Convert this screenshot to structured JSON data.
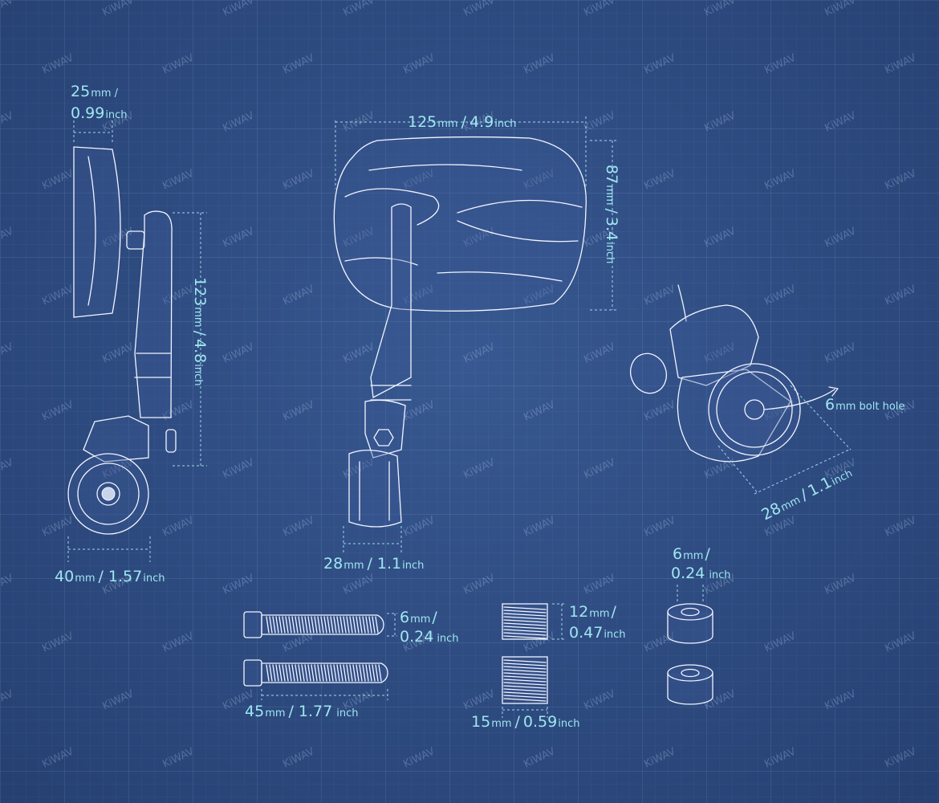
{
  "watermark": "KiWAV",
  "colors": {
    "background": "#2f4c83",
    "line": "#f2f5ff",
    "dimension": "#9fe6f0"
  },
  "side_view": {
    "top_num": "25",
    "top_mm": "mm /",
    "top_num2": "0.99",
    "top_unit": "inch",
    "height_num": "123",
    "height_mm": "mm",
    "height_sep": "/",
    "height_num2": "4.8",
    "height_unit": "inch",
    "bottom_num": "40",
    "bottom_mm": "mm",
    "bottom_sep": "/",
    "bottom_num2": "1.57",
    "bottom_unit": "inch"
  },
  "front_view": {
    "width_num": "125",
    "width_mm": "mm",
    "width_sep": "/",
    "width_num2": "4.9",
    "width_unit": "inch",
    "height_num": "87",
    "height_mm": "mm",
    "height_sep": "/",
    "height_num2": "3.4",
    "height_unit": "inch",
    "bottom_num": "28",
    "bottom_mm": "mm",
    "bottom_sep": "/",
    "bottom_num2": "1.1",
    "bottom_unit": "inch"
  },
  "clamp_view": {
    "bolt_num": "6",
    "bolt_label": "mm bolt hole",
    "dia_num": "28",
    "dia_mm": "mm",
    "dia_sep": "/",
    "dia_num2": "1.1",
    "dia_unit": "inch"
  },
  "bolts": {
    "dia_num": "6",
    "dia_mm": "mm",
    "dia_sep": "/",
    "dia_num2": "0.24",
    "dia_unit": "inch",
    "len_num": "45",
    "len_mm": "mm",
    "len_sep": "/",
    "len_num2": "1.77",
    "len_unit": "inch"
  },
  "sleeves": {
    "top_num": "12",
    "top_mm": "mm",
    "top_sep": "/",
    "top_num2": "0.47",
    "top_unit": "inch",
    "bot_num": "15",
    "bot_mm": "mm",
    "bot_sep": "/",
    "bot_num2": "0.59",
    "bot_unit": "inch"
  },
  "spacers": {
    "num": "6",
    "mm": "mm",
    "sep": "/",
    "num2": "0.24",
    "unit": "inch"
  }
}
